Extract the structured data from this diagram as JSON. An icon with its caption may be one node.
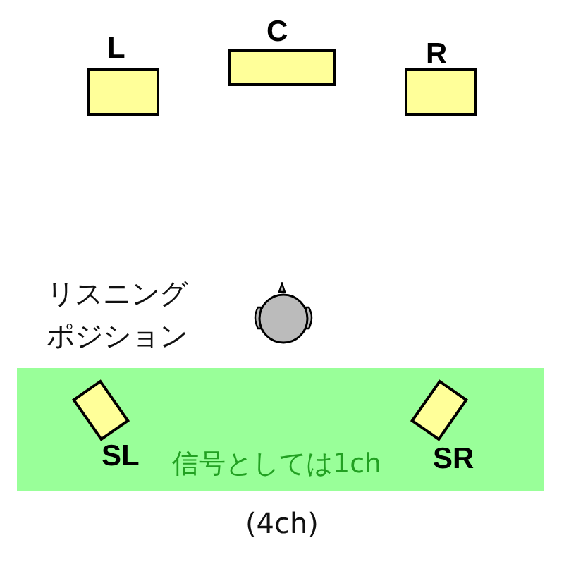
{
  "diagram": {
    "caption": "(4ch)",
    "nodes": [
      {
        "text": [
          "L"
        ]
      },
      {
        "text": [
          "C"
        ]
      },
      {
        "text": [
          "R"
        ]
      },
      {
        "text": [],
        "shape": "person"
      },
      {
        "text": [
          "信号としては1ch"
        ]
      },
      {
        "text": [
          "SL"
        ],
        "in": 4
      },
      {
        "text": [
          "SR"
        ],
        "in": 4
      }
    ],
    "labels": [
      "リスニングポジション"
    ]
  }
}
